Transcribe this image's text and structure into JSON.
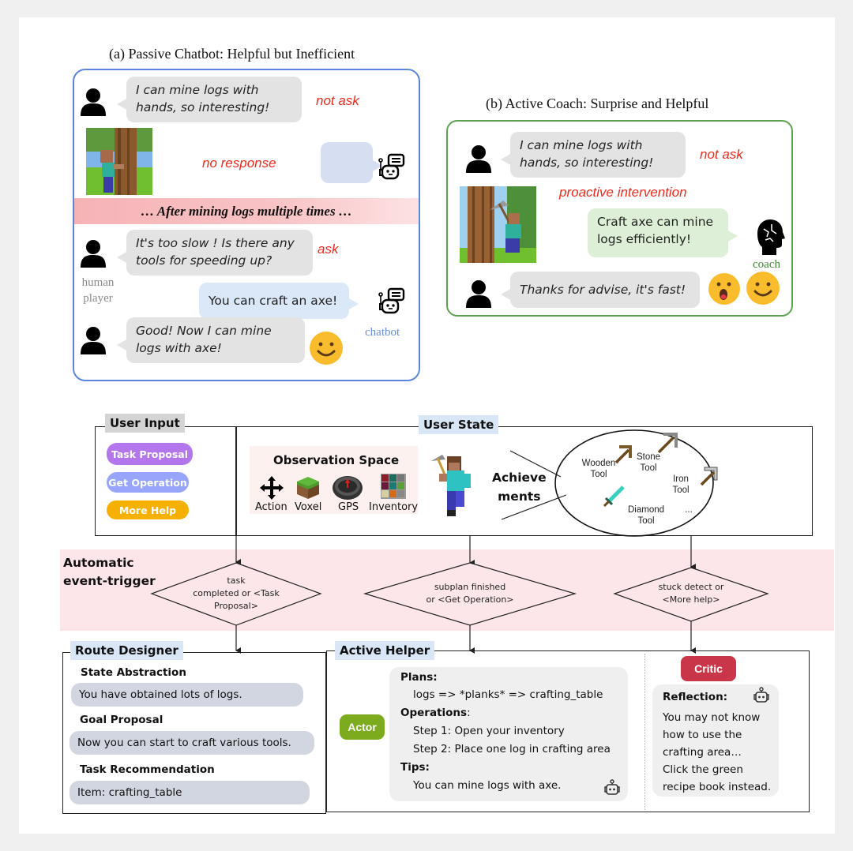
{
  "panel_a": {
    "title": "(a) Passive Chatbot: Helpful but Inefficient",
    "messages": [
      {
        "speaker": "human",
        "text_line1": "I can mine logs with",
        "text_line2": "hands, so interesting!",
        "note": "not ask"
      },
      {
        "speaker": "chatbot",
        "text": "",
        "note": "no response"
      },
      {
        "speaker": "human",
        "text_line1": "It's too slow ! Is there any",
        "text_line2": "tools for speeding up?",
        "note": "ask"
      },
      {
        "speaker": "chatbot",
        "text": "You can craft an axe!"
      },
      {
        "speaker": "human",
        "text_line1": "Good! Now I can mine",
        "text_line2": "logs with axe!"
      }
    ],
    "divider_text": "… After mining logs multiple times …",
    "human_label_line1": "human",
    "human_label_line2": "player",
    "chatbot_label": "chatbot"
  },
  "panel_b": {
    "title": "(b) Active Coach: Surprise and Helpful",
    "messages": [
      {
        "speaker": "human",
        "text_line1": "I can mine logs with",
        "text_line2": "hands, so interesting!",
        "note": "not ask"
      },
      {
        "speaker": "coach",
        "text_line1": "Craft axe can mine",
        "text_line2": "logs efficiently!",
        "note": "proactive intervention"
      },
      {
        "speaker": "human",
        "text": "Thanks for advise, it's fast!"
      }
    ],
    "coach_label": "coach"
  },
  "diagram": {
    "user_input": {
      "title": "User Input",
      "buttons": [
        {
          "label": "Task Proposal",
          "color": "#b476ec"
        },
        {
          "label": "Get  Operation",
          "color": "#97a5fb"
        },
        {
          "label": "More Help",
          "color": "#f6b100"
        }
      ]
    },
    "user_state": {
      "title": "User State",
      "observation_title": "Observation Space",
      "observations": [
        "Action",
        "Voxel",
        "GPS",
        "Inventory"
      ],
      "achievements_line1": "Achieve",
      "achievements_line2": "ments",
      "tools": [
        {
          "line1": "Wooden",
          "line2": "Tool"
        },
        {
          "line1": "Stone",
          "line2": "Tool"
        },
        {
          "line1": "Iron",
          "line2": "Tool"
        },
        {
          "line1": "Diamond",
          "line2": "Tool"
        }
      ],
      "ellipsis": "..."
    },
    "trigger": {
      "label_line1": "Automatic",
      "label_line2": "event-trigger",
      "conditions": [
        {
          "lines": [
            "task",
            "completed or <Task",
            "Proposal>"
          ]
        },
        {
          "lines": [
            "subplan finished",
            "or <Get Operation>"
          ]
        },
        {
          "lines": [
            "stuck detect or",
            "<More help>"
          ]
        }
      ]
    },
    "route_designer": {
      "title": "Route Designer",
      "sections": [
        {
          "heading": "State Abstraction",
          "value": "You have obtained lots of logs."
        },
        {
          "heading": "Goal Proposal",
          "value": "Now you can start to craft various tools."
        },
        {
          "heading": "Task Recommendation",
          "value": "Item: crafting_table"
        }
      ]
    },
    "active_helper": {
      "title": "Active Helper",
      "actor_label": "Actor",
      "plans_heading": "Plans:",
      "plans_value": "logs => *planks* => crafting_table",
      "operations_heading": "Operations",
      "operations_colon": ":",
      "steps": [
        "Step 1: Open your inventory",
        "Step 2: Place one log in crafting area"
      ],
      "tips_heading": "Tips:",
      "tips_value": "You can mine logs with axe.",
      "critic_label": "Critic",
      "reflection_heading": "Reflection:",
      "reflection_lines": [
        "You may not know",
        "how to use the",
        "crafting area…",
        "Click the green",
        "recipe book instead."
      ]
    }
  }
}
